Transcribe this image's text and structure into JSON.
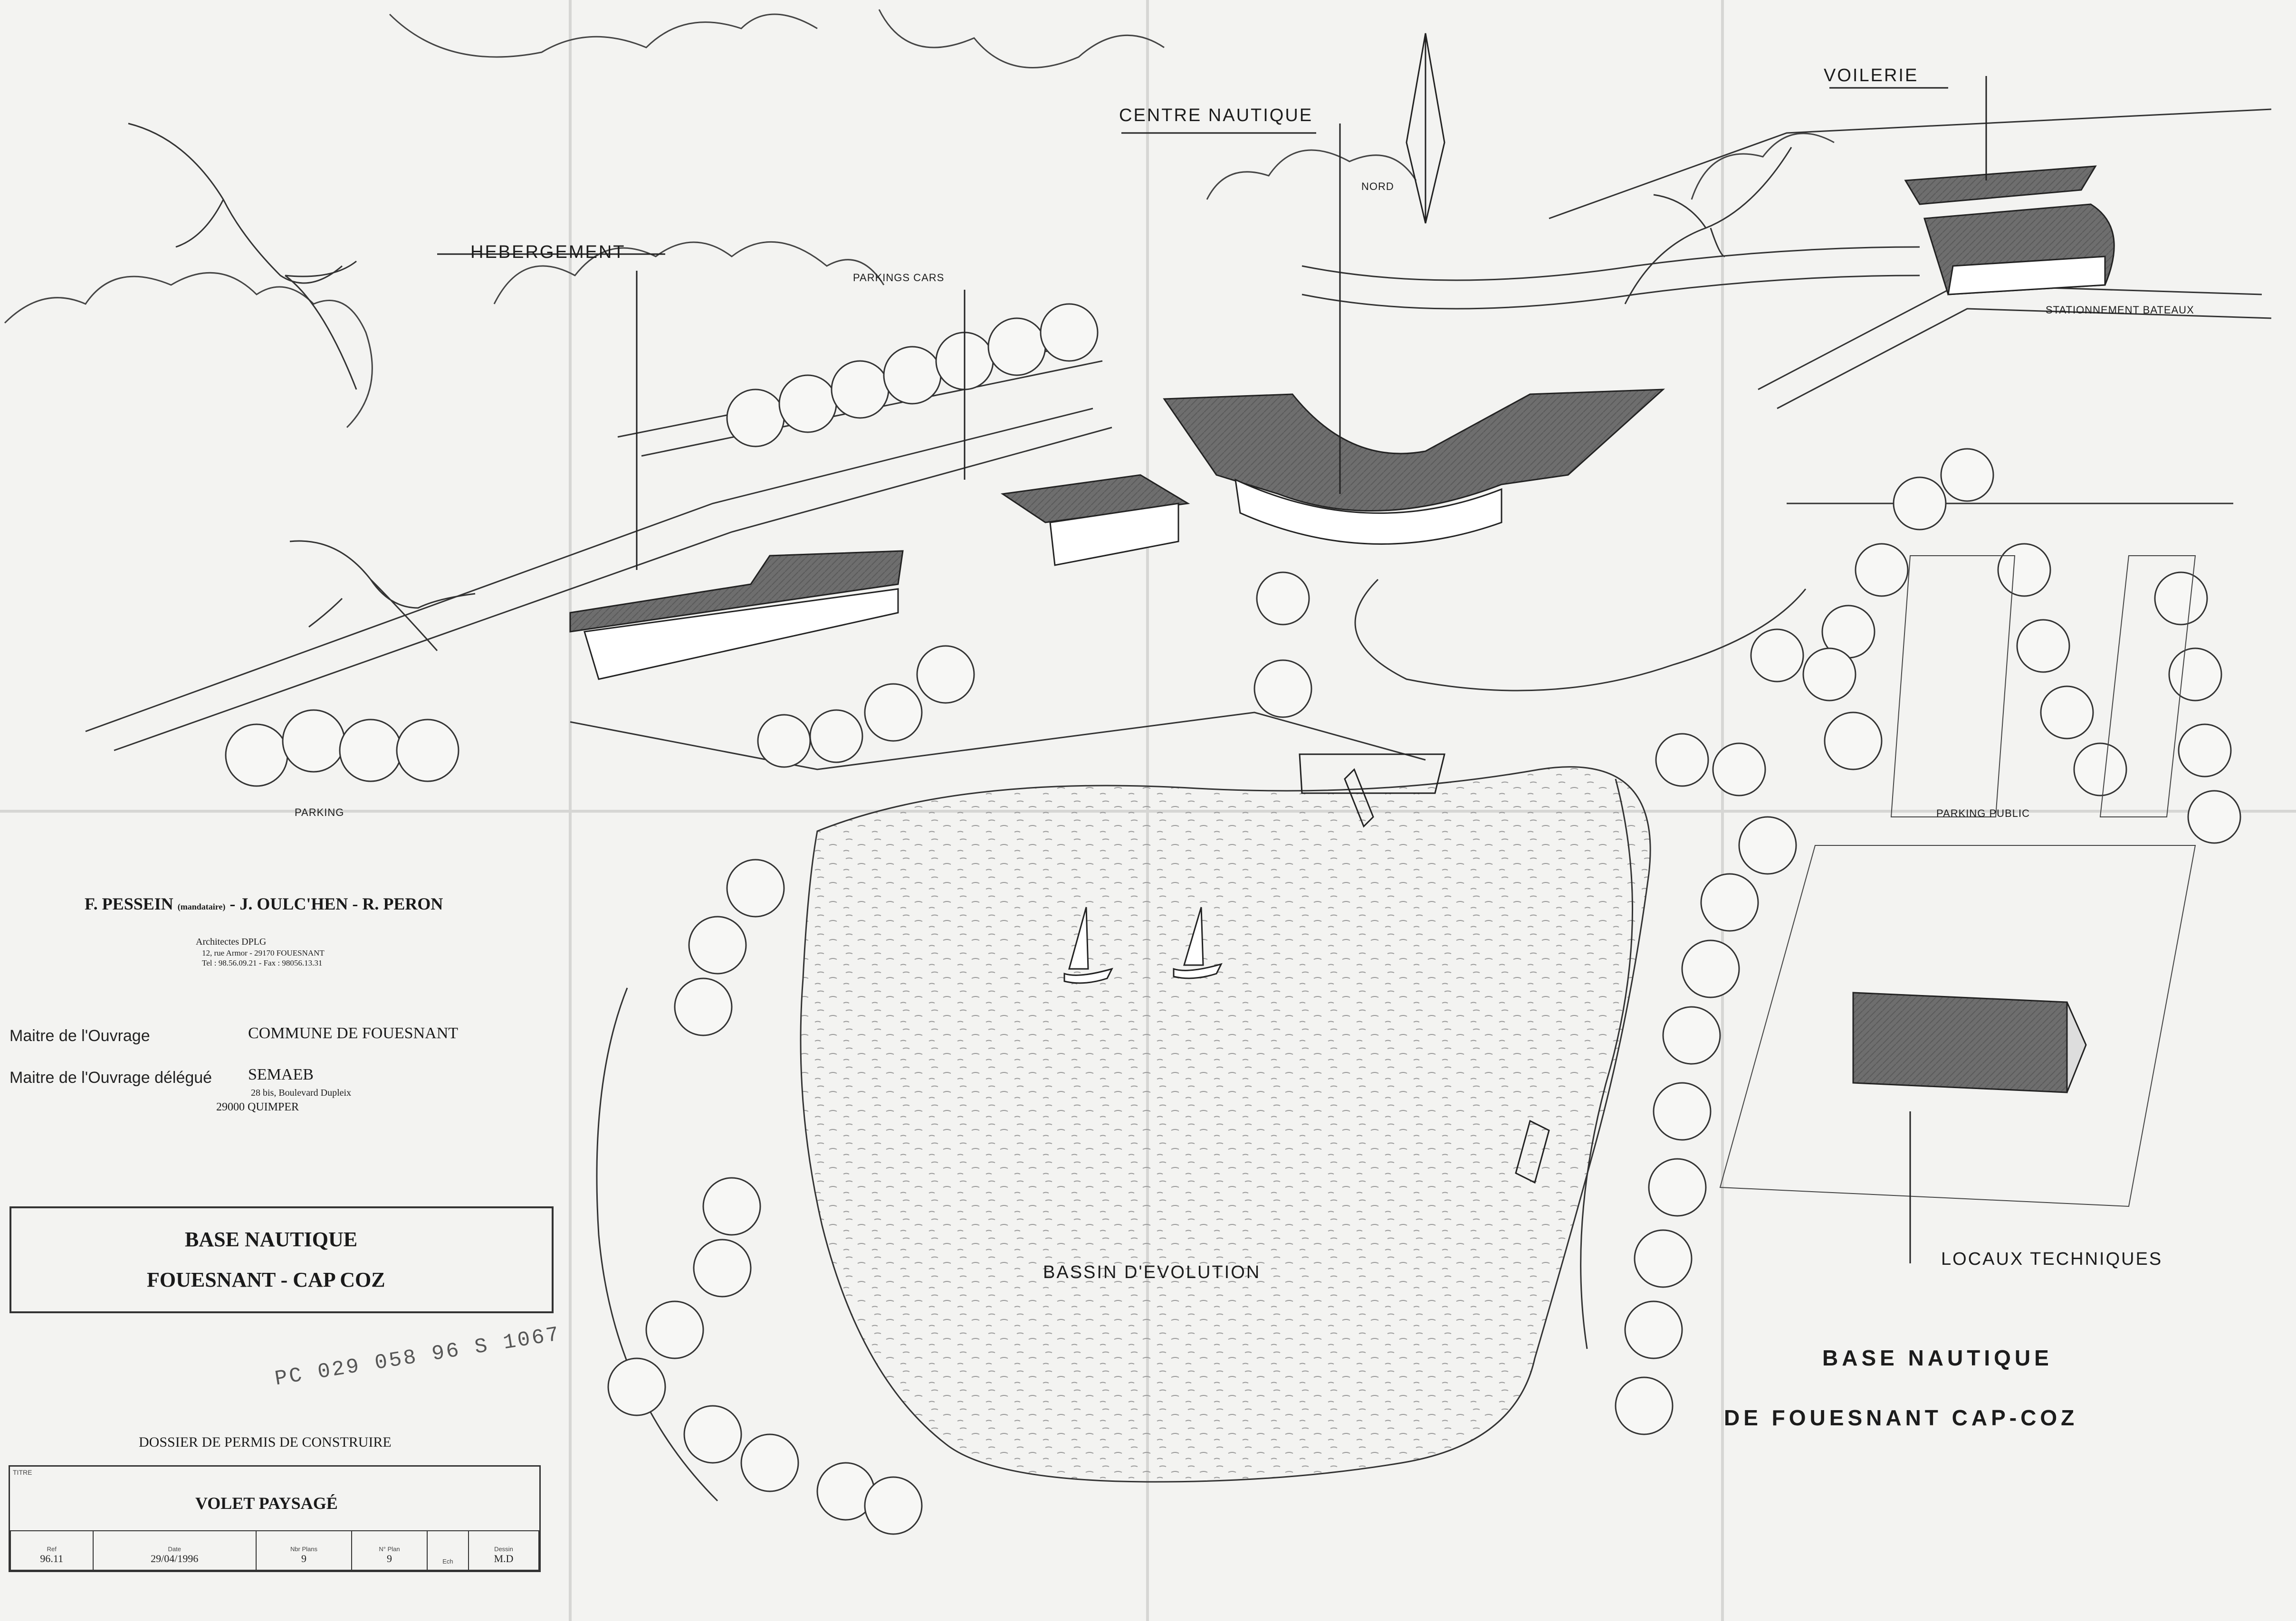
{
  "plan": {
    "labels": {
      "centre_nautique": "CENTRE NAUTIQUE",
      "nord": "NORD",
      "voilerie": "VOILERIE",
      "hebergement": "HEBERGEMENT",
      "parkings_cars": "PARKINGS CARS",
      "stationnement_bateaux": "STATIONNEMENT BATEAUX",
      "parking": "PARKING",
      "parking_public": "PARKING PUBLIC",
      "bassin": "BASSIN D'EVOLUTION",
      "locaux_techniques": "LOCAUX TECHNIQUES"
    },
    "big_title": {
      "line1": "BASE NAUTIQUE",
      "line2": "DE FOUESNANT CAP-COZ"
    }
  },
  "cartouche": {
    "architects": "F. PESSEIN",
    "architects_role": "(mandataire)",
    "architects_rest": "- J. OULC'HEN - R. PERON",
    "firm": "Architectes DPLG",
    "address": "12, rue Armor - 29170 FOUESNANT",
    "phone": "Tel : 98.56.09.21 - Fax : 98056.13.31",
    "owner_label": "Maitre de l'Ouvrage",
    "owner_value": "COMMUNE DE FOUESNANT",
    "delegate_label": "Maitre de l'Ouvrage délégué",
    "delegate_value": "SEMAEB",
    "delegate_address1": "28 bis, Boulevard Dupleix",
    "delegate_address2": "29000 QUIMPER",
    "project_line1": "BASE NAUTIQUE",
    "project_line2": "FOUESNANT - CAP COZ",
    "stamp": "PC 029 058 96 S 1067",
    "dossier": "DOSSIER DE PERMIS DE CONSTRUIRE",
    "titre_label": "TITRE",
    "titre": "VOLET PAYSAGÉ",
    "table": {
      "headers": [
        "Ref",
        "Date",
        "Nbr Plans",
        "N° Plan",
        "Ech",
        "Dessin"
      ],
      "values": [
        "96.11",
        "29/04/1996",
        "9",
        "9",
        "",
        "M.D"
      ]
    }
  }
}
